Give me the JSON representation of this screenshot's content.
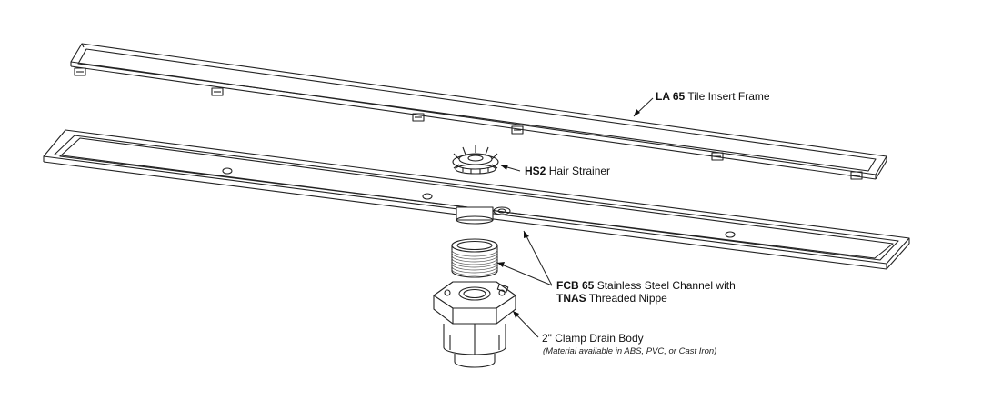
{
  "labels": {
    "frame": {
      "code": "LA 65",
      "text": "Tile Insert Frame"
    },
    "strainer": {
      "code": "HS2",
      "text": "Hair Strainer"
    },
    "channel": {
      "code": "FCB 65",
      "text": "Stainless Steel Channel with"
    },
    "nipple": {
      "code": "TNAS",
      "text": "Threaded Nippe"
    },
    "drain": {
      "text": "2\" Clamp Drain Body",
      "note": "(Material available in ABS, PVC, or Cast Iron)"
    }
  }
}
